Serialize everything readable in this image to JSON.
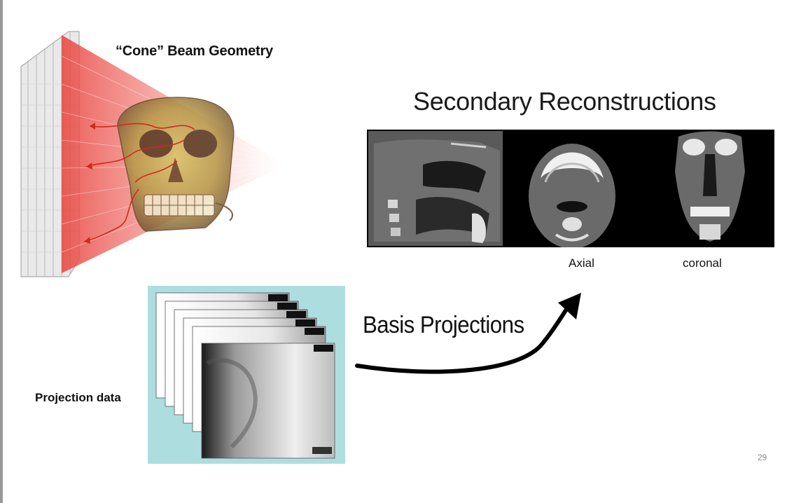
{
  "slide": {
    "cone_title": "“Cone” Beam Geometry",
    "secondary_title": "Secondary Reconstructions",
    "axial_label": "Axial",
    "coronal_label": "coronal",
    "projection_label": "Projection data",
    "basis_label": "Basis Projections",
    "page_number": "29"
  },
  "colors": {
    "beam": "#e8413a",
    "skull": "#c8b45a",
    "projection_bg": "#aedde0",
    "ct_bg": "#000000"
  }
}
